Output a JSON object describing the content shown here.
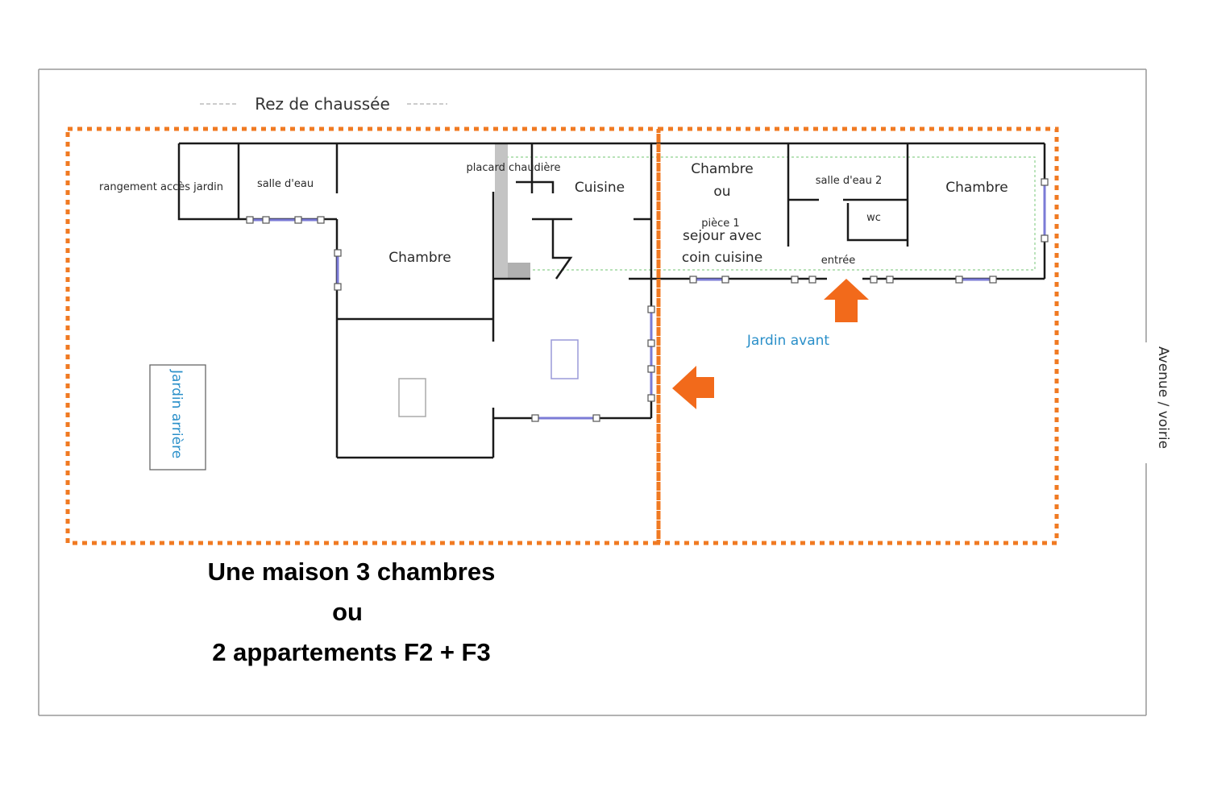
{
  "title": "Rez de chaussée",
  "rooms": {
    "rangement": "rangement accès jardin",
    "salle_eau": "salle d'eau",
    "chambre_1": "Chambre",
    "placard": "placard chaudière",
    "cuisine": "Cuisine",
    "chambre_ou_1": "Chambre",
    "chambre_ou_2": "ou",
    "piece_1": "pièce 1",
    "sejour_1": "sejour avec",
    "sejour_2": "coin cuisine",
    "salle_eau_2": "salle d'eau 2",
    "wc": "wc",
    "chambre_2": "Chambre",
    "entree": "entrée"
  },
  "labels": {
    "jardin_avant": "Jardin avant",
    "jardin_arriere": "Jardin arrière",
    "avenue": "Avenue / voirie"
  },
  "caption": {
    "line1": "Une maison 3 chambres",
    "line2": "ou",
    "line3": "2 appartements F2 + F3"
  },
  "colors": {
    "zone_border": "#f07a22",
    "arrow": "#f26a1b",
    "window": "#7b7bd6",
    "label_blue": "#2a8fc9"
  }
}
